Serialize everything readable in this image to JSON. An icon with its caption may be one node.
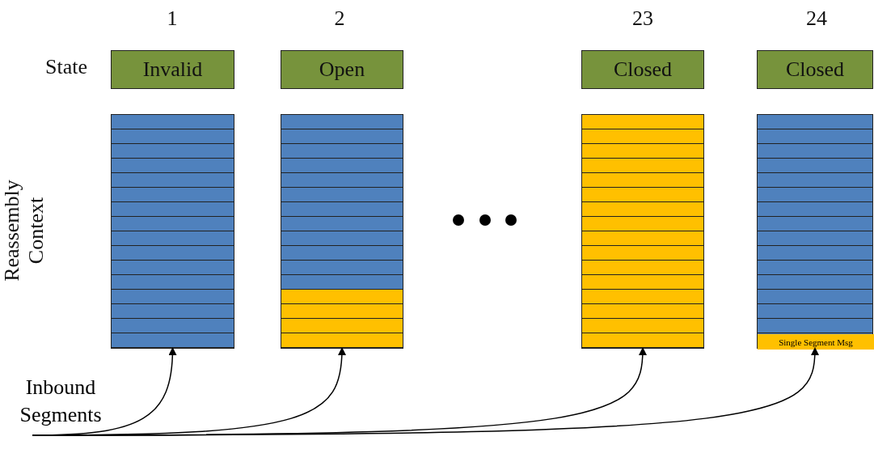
{
  "diagram": {
    "nodes": [
      {
        "text": [
          "Invalid"
        ]
      },
      {
        "text": [
          "Open"
        ]
      },
      {
        "text": [
          "Closed"
        ]
      },
      {
        "text": [
          "Closed"
        ]
      },
      {
        "text": [],
        "shape": "box"
      },
      {
        "text": [],
        "shape": "box"
      },
      {
        "text": [],
        "shape": "box"
      },
      {
        "text": [],
        "shape": "box"
      },
      {
        "text": [
          "Single Segment Msg"
        ],
        "in": 7
      },
      {
        "text": [
          "Inbound Segments"
        ]
      }
    ],
    "edges": [
      {
        "from": 9,
        "to": 4,
        "arrow": "to"
      },
      {
        "from": 9,
        "to": 5,
        "arrow": "to"
      },
      {
        "from": 9,
        "to": 6,
        "arrow": "to"
      },
      {
        "from": 9,
        "to": 7,
        "arrow": "to"
      }
    ],
    "labels": [
      "1",
      "2",
      "23",
      "24",
      "State",
      "Reassembly Context"
    ]
  }
}
